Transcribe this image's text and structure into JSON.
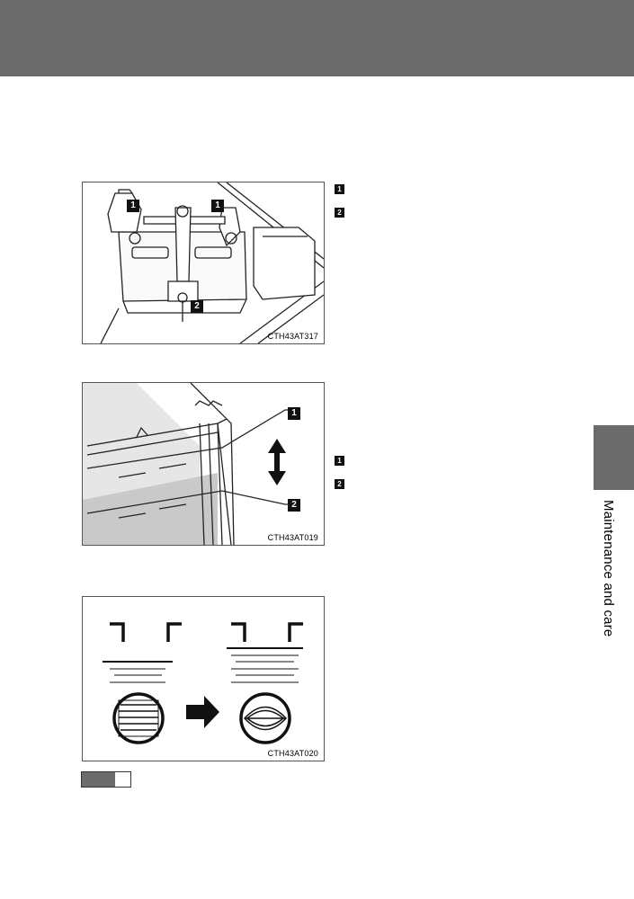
{
  "figures": [
    {
      "code": "CTH43AT317",
      "callouts": [
        "1",
        "1",
        "2"
      ],
      "legend": [
        "1",
        "2"
      ]
    },
    {
      "code": "CTH43AT019",
      "callouts": [
        "1",
        "2"
      ],
      "legend": [
        "1",
        "2"
      ]
    },
    {
      "code": "CTH43AT020"
    }
  ],
  "side_tab": {
    "label": "Maintenance and care"
  }
}
